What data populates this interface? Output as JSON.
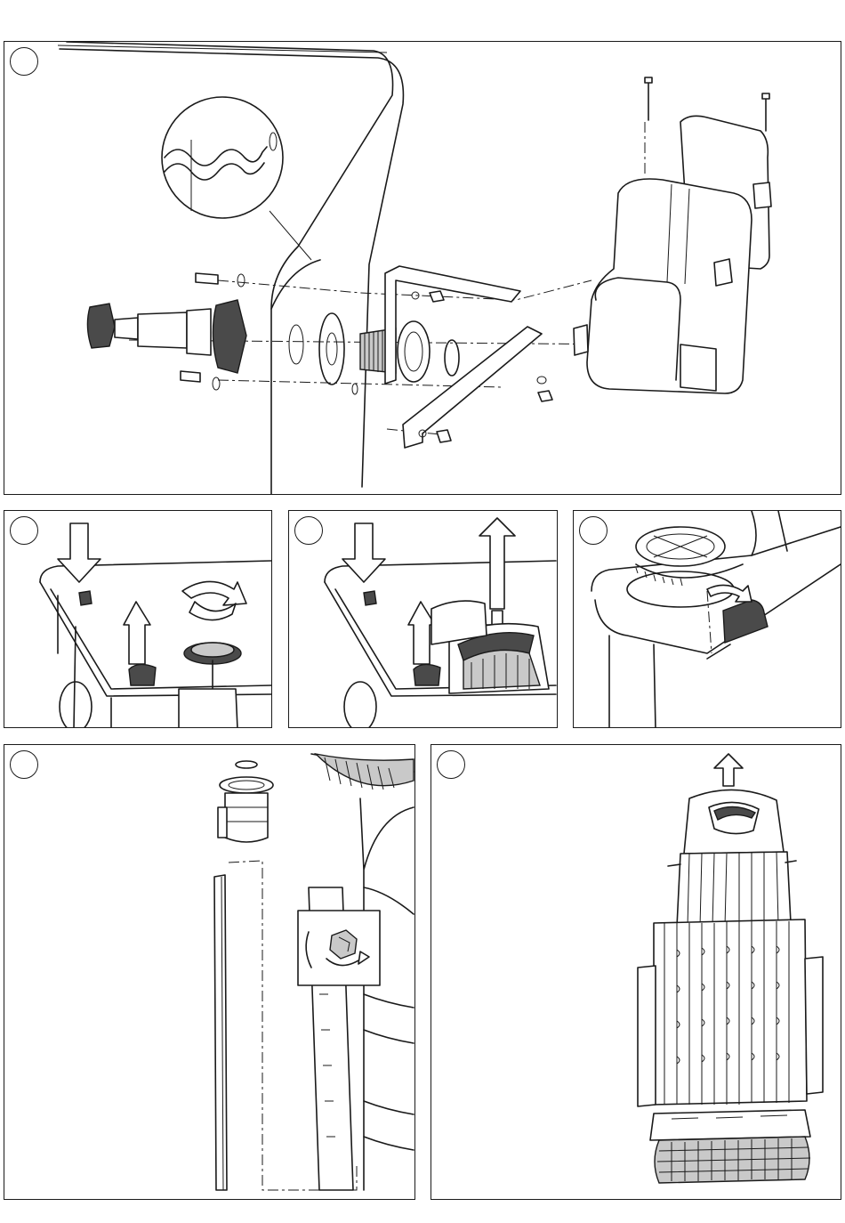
{
  "panels": [
    {
      "id": "panel-1",
      "step_label": ""
    },
    {
      "id": "panel-2",
      "step_label": ""
    },
    {
      "id": "panel-3",
      "step_label": ""
    },
    {
      "id": "panel-4",
      "step_label": ""
    },
    {
      "id": "panel-5",
      "step_label": ""
    },
    {
      "id": "panel-6",
      "step_label": ""
    }
  ],
  "colors": {
    "line": "#1a1a1a",
    "shade": "#c9c9c9",
    "dark": "#4a4a4a"
  },
  "icons": [
    "up-arrow-icon",
    "down-arrow-icon",
    "rotate-arrow-icon",
    "nut-icon",
    "screw-icon"
  ]
}
